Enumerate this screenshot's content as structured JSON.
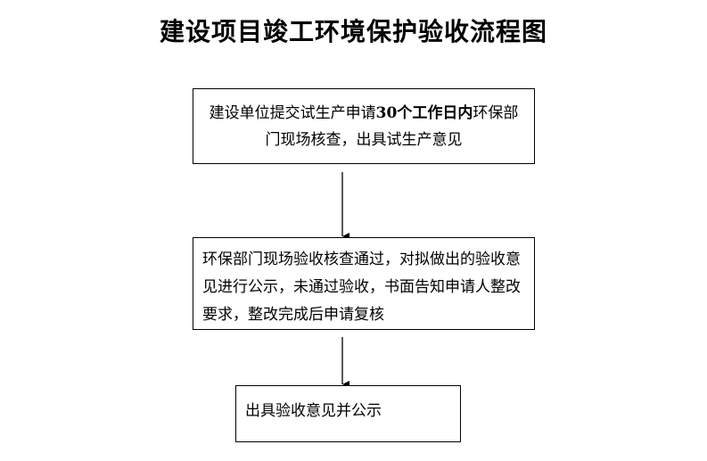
{
  "title": "建设项目竣工环境保护验收流程图",
  "steps": [
    {
      "id": "submit-trial-production",
      "text_before": "建设单位提交试生产申请",
      "text_bold": "30个工作日内",
      "text_after": "环保部门现场核查，出具试生产意见"
    },
    {
      "id": "acceptance-inspection",
      "text": "环保部门现场验收核查通过，对拟做出的验收意见进行公示，未通过验收，书面告知申请人整改要求，整改完成后申请复核"
    },
    {
      "id": "issue-opinion",
      "text": "出具验收意见并公示"
    }
  ],
  "colors": {
    "line": "#000000",
    "background": "#ffffff"
  }
}
